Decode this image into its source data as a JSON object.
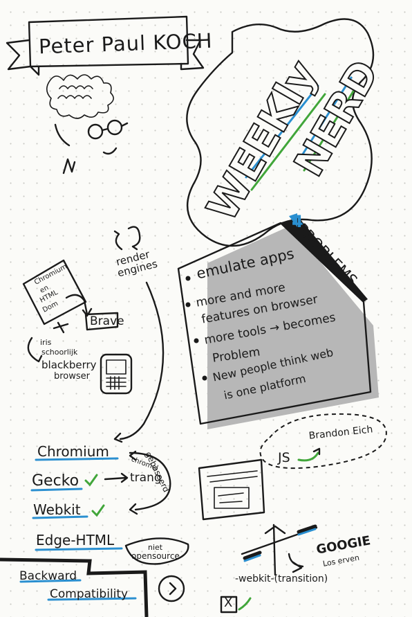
{
  "speaker": {
    "name": "Peter Paul KOCH"
  },
  "weekly_nerd": {
    "word1": "WEEKly",
    "word2": "NERD"
  },
  "problems": {
    "count": "4",
    "title": "PROBLEMS",
    "items": [
      {
        "line1": "emulate apps",
        "line2": ""
      },
      {
        "line1": "more and more",
        "line2": "features on browser"
      },
      {
        "line1": "more tools → becomes",
        "line2": "Problem"
      },
      {
        "line1": "New people think web",
        "line2": "is one platform"
      }
    ]
  },
  "render": {
    "line1": "render",
    "line2": "engines"
  },
  "monitor_note": {
    "line1": "Chromium",
    "line2": "en",
    "line3": "HTML",
    "line4": "Dom"
  },
  "brave": "Brave",
  "iris": {
    "line1": "iris",
    "line2": "schoorlijk"
  },
  "blackberry": {
    "line1": "blackberry",
    "line2": "browser"
  },
  "engines": [
    {
      "name": "Chromium"
    },
    {
      "name": "Gecko"
    },
    {
      "name": "Webkit"
    },
    {
      "name": "Edge-HTML"
    }
  ],
  "trang": "trang",
  "gebaseerd": "gebaseerd",
  "chromel": "chromel",
  "not_opensource": {
    "line1": "niet",
    "line2": "opensource"
  },
  "js_bubble": {
    "author": "Brandon Eich",
    "label": "JS"
  },
  "scale": {
    "google": "GOOGIE",
    "google_sub": "Los erven",
    "webkit_transition": "-webkit-(transition)"
  },
  "backward": {
    "line1": "Backward",
    "line2": "Compatibility"
  },
  "checkbox_mark": "X"
}
